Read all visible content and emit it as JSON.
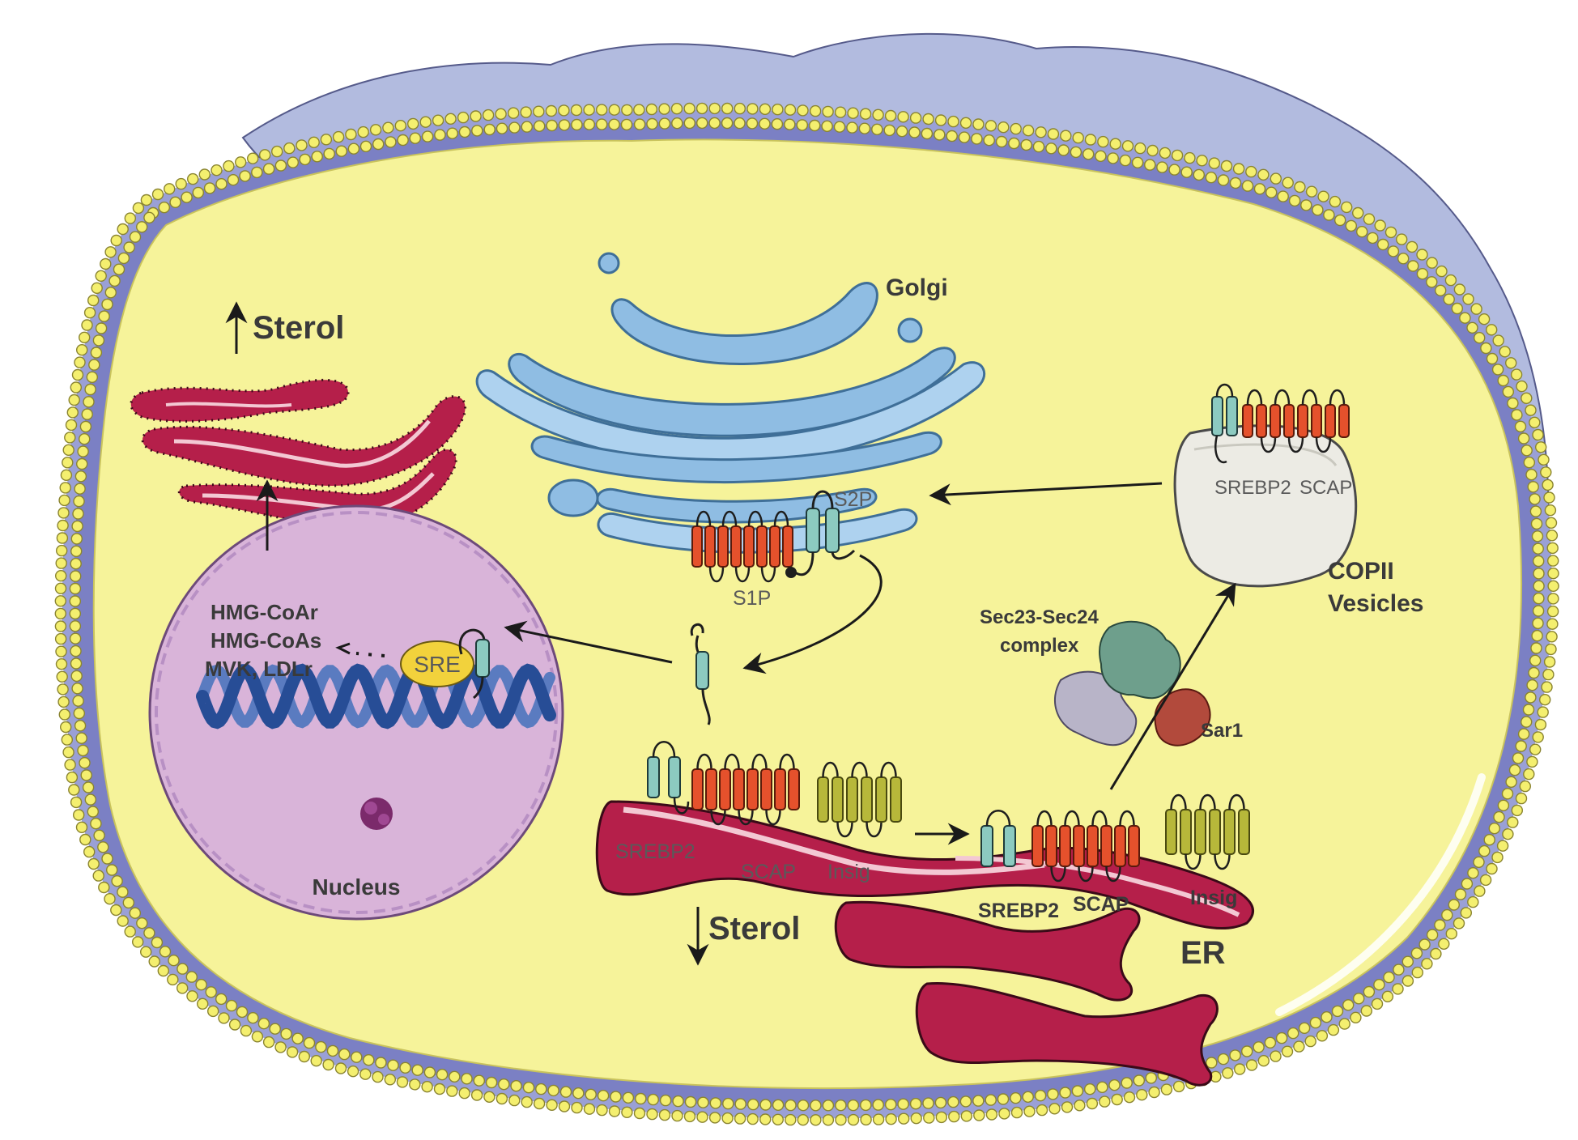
{
  "labels": {
    "sterol_up": "Sterol",
    "golgi": "Golgi",
    "s2p": "S2P",
    "s1p": "S1P",
    "hmg_coar": "HMG-CoAr",
    "hmg_coas": "HMG-CoAs",
    "mvk_ldlr": "MVK, LDLr",
    "sre": "SRE",
    "nucleus": "Nucleus",
    "vesicle_srebp2": "SREBP2",
    "vesicle_scap": "SCAP",
    "copii_line1": "COPII",
    "copii_line2": "Vesicles",
    "sec_line1": "Sec23-Sec24",
    "sec_line2": "complex",
    "sar1": "Sar1",
    "er_srebp2": "SREBP2",
    "er_scap": "SCAP",
    "er_insig": "Insig",
    "er2_srebp2": "SREBP2",
    "er2_scap": "SCAP",
    "er2_insig": "Insig",
    "sterol_down": "Sterol",
    "er": "ER"
  },
  "colors": {
    "cell_yellow": "#f6f39a",
    "membrane_blue": "#7b80c4",
    "membrane_bead": "#f4ef6f",
    "cell_top": "#b2bbdf",
    "golgi_blue": "#8fbde3",
    "er_red": "#b51f4a",
    "er_pink": "#f3c8d3",
    "nucleus_purple": "#d9b4d9",
    "dna_blue": "#274d96",
    "scap_red": "#e5512c",
    "insig_olive": "#b7b83a",
    "srebp_teal": "#8ccac0",
    "sre_yellow": "#f2d23c",
    "sec23_green": "#6e9f8c",
    "sec24_gray": "#b8b4c8",
    "sar1_red": "#b24a3c",
    "vesicle_gray": "#ecebe4"
  }
}
